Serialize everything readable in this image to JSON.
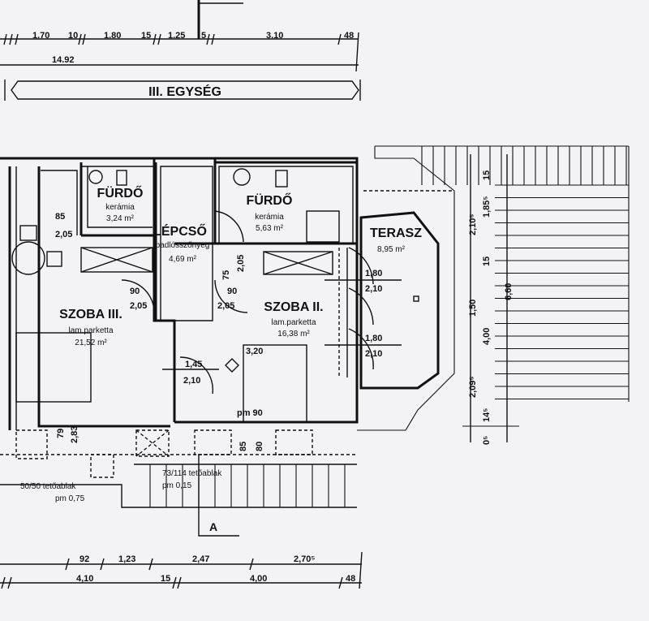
{
  "top_dimensions": {
    "segments": [
      "1.70",
      "10",
      "1.80",
      "15",
      "1.25",
      "5",
      "3.10",
      "48"
    ],
    "total": "14.92"
  },
  "unit_banner": "III. EGYSÉG",
  "rooms": {
    "bath1": {
      "name": "FÜRDŐ",
      "floor": "kerámia",
      "area": "3,24 m²",
      "door_w": "85",
      "door_h": "2,05"
    },
    "stairs": {
      "name": "LÉPCSŐ",
      "floor": "padlósszőnyeg",
      "area": "4,69 m²",
      "dim_a": "75",
      "dim_b": "2,05"
    },
    "bath2": {
      "name": "FÜRDŐ",
      "floor": "kerámia",
      "area": "5,63 m²"
    },
    "terrace": {
      "name": "TERASZ",
      "area": "8,95 m²",
      "door1_w": "1,80",
      "door1_h": "2,10",
      "door2_w": "1,80",
      "door2_h": "2,10"
    },
    "room3": {
      "name": "SZOBA III.",
      "floor": "lam.parketta",
      "area": "21,52 m²",
      "door_w": "90",
      "door_h": "2,05"
    },
    "room2": {
      "name": "SZOBA II.",
      "floor": "lam.parketta",
      "area": "16,38 m²",
      "door_w": "90",
      "door_h": "2,05",
      "height": "3,20",
      "door3_w": "1,45",
      "door3_h": "2,10",
      "pm": "pm 90",
      "dim_a": "85",
      "dim_b": "80"
    }
  },
  "window_notes": {
    "small": {
      "size": "50/50 tetőablak",
      "pm": "pm 0,75",
      "dim_a": "79",
      "dim_b": "2,83"
    },
    "large": {
      "size": "73/114 tetőablak",
      "pm": "pm 0,15"
    }
  },
  "section_mark": "A",
  "right_dimensions": [
    "15",
    "2,10⁵",
    "1,85⁵",
    "15",
    "1,50",
    "4,00",
    "6,60",
    "2,09⁵",
    "14⁵",
    "0⁵"
  ],
  "bottom_dimensions": {
    "row1": [
      "92",
      "1,23",
      "2,47",
      "2,70⁵"
    ],
    "row2": [
      "4,10",
      "15",
      "4,00",
      "48"
    ]
  }
}
